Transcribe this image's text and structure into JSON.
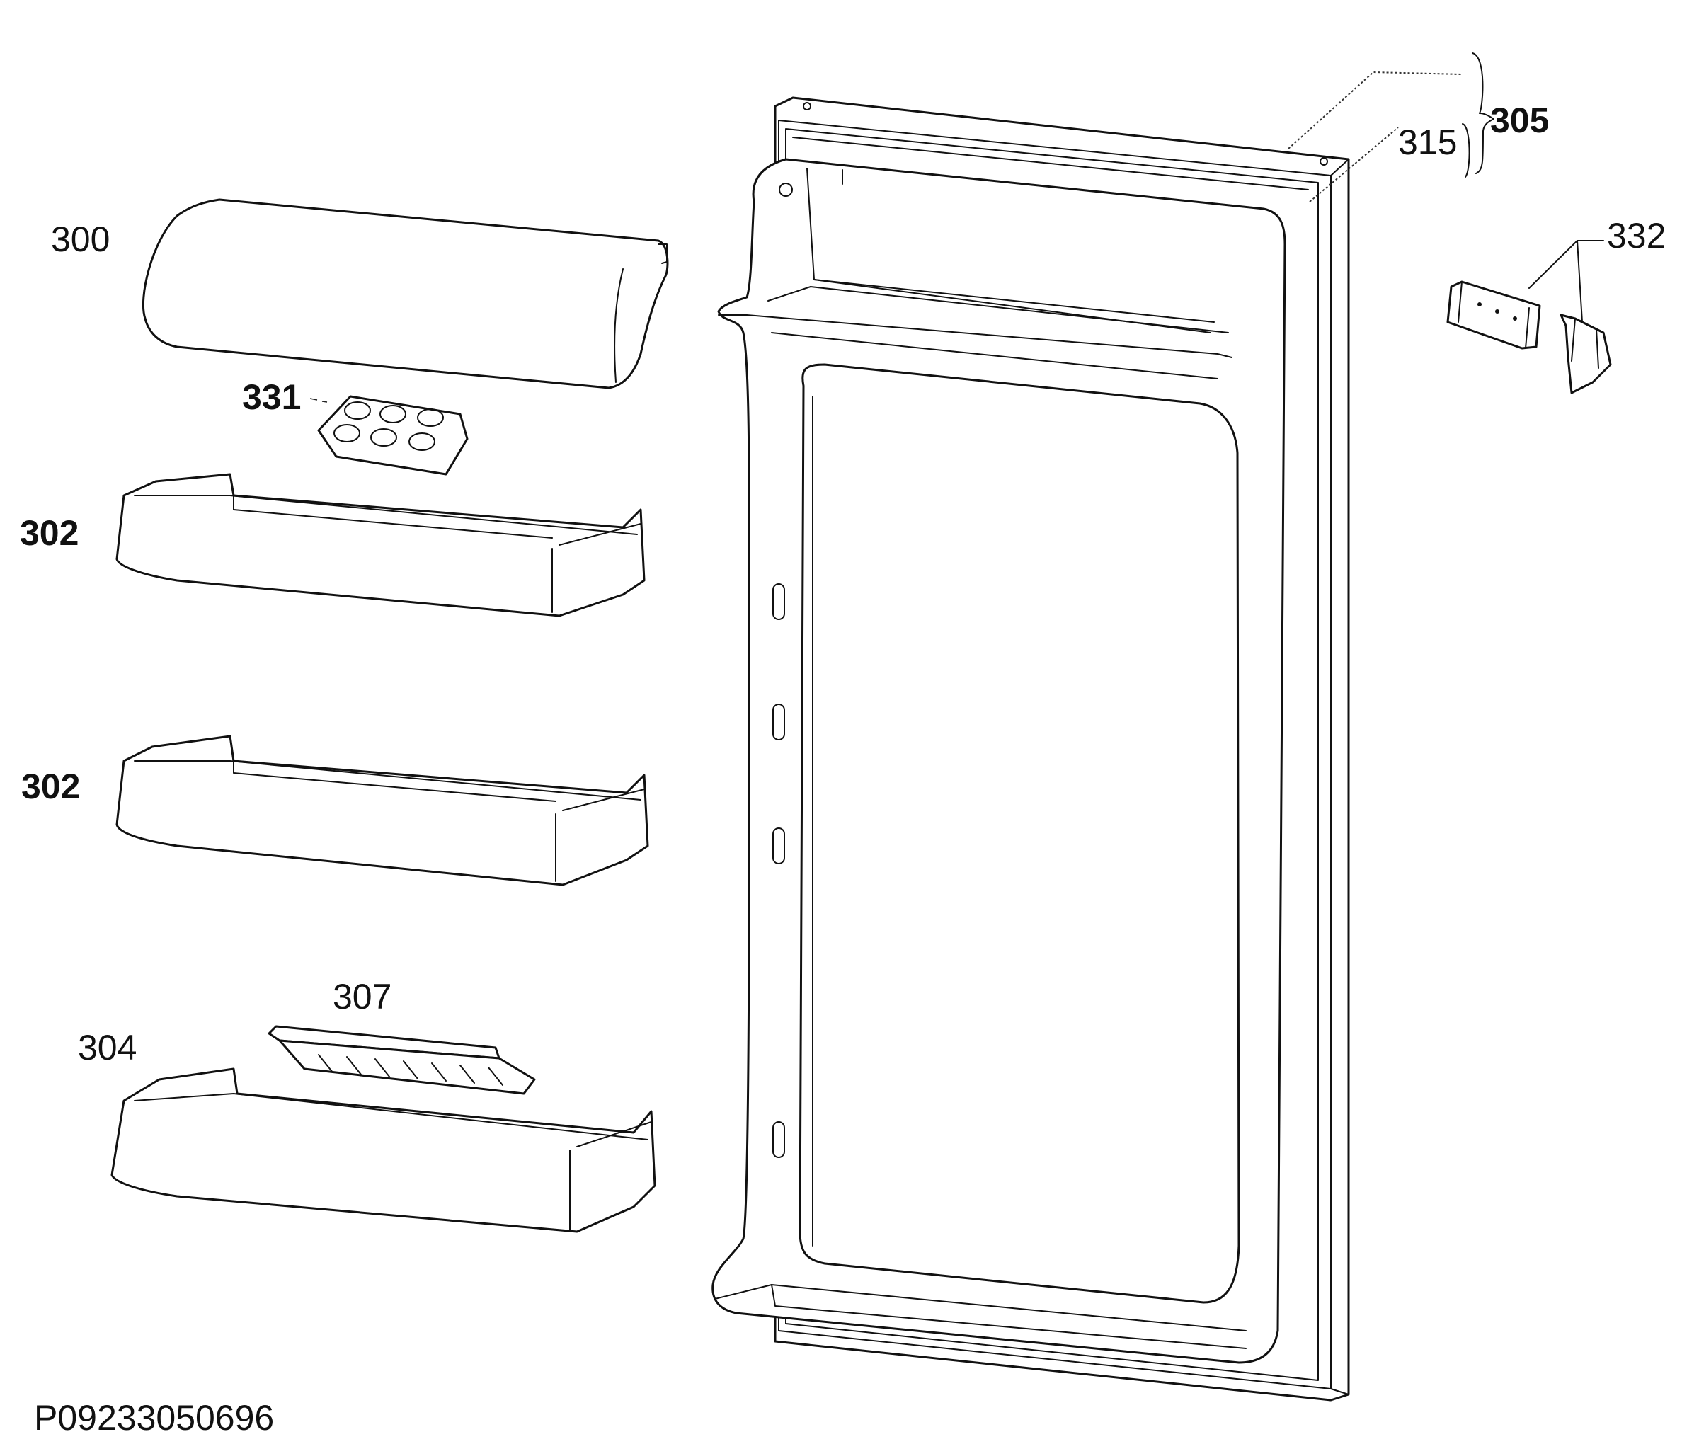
{
  "diagram": {
    "drawing_code": "P09233050696",
    "labels": {
      "door_shelf_cover": "300",
      "egg_tray": "331",
      "door_shelf_upper": "302",
      "door_shelf_middle": "302",
      "bottle_shelf_insert": "307",
      "bottle_shelf": "304",
      "door_assembly": "305",
      "door_gasket": "315",
      "hinge_parts": "332"
    }
  }
}
